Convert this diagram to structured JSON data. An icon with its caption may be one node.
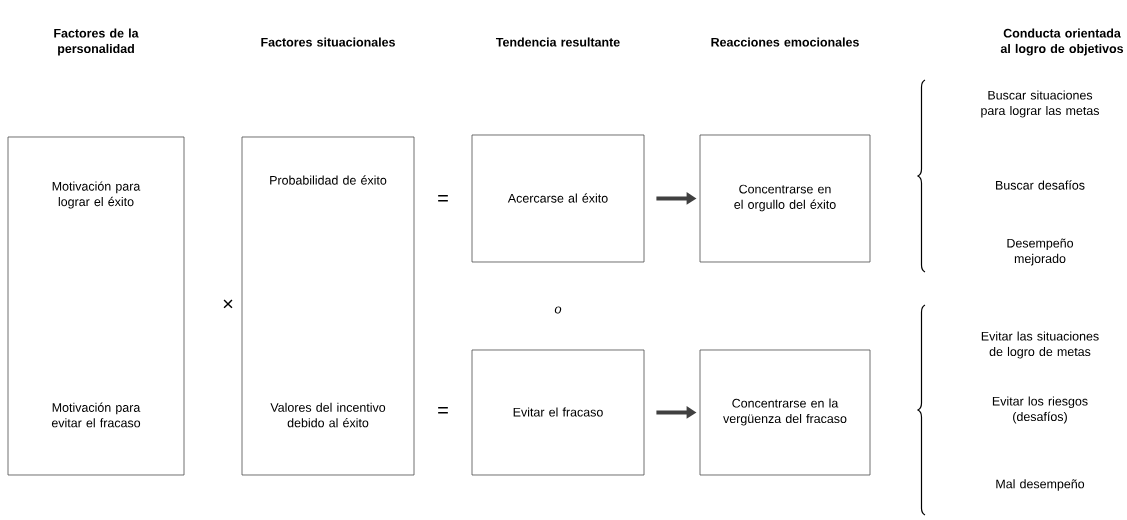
{
  "diagram": {
    "nodes": [
      {
        "text": [
          "Motivación para lograr el éxito",
          "Motivación para evitar el fracaso"
        ]
      },
      {
        "text": [
          "Probabilidad de éxito",
          "Valores del incentivo debido al éxito"
        ]
      },
      {
        "text": [
          "Acercarse al éxito"
        ]
      },
      {
        "text": [
          "Concentrarse en el orgullo del éxito"
        ]
      },
      {
        "text": [
          "Evitar el fracaso"
        ]
      },
      {
        "text": [
          "Concentrarse en la vergüenza del fracaso"
        ]
      }
    ],
    "edges": [
      {
        "from": 2,
        "to": 3,
        "arrow": "to"
      },
      {
        "from": 4,
        "to": 5,
        "arrow": "to"
      }
    ],
    "labels": [
      "Factores de la personalidad",
      "Factores situacionales",
      "Tendencia resultante",
      "Reacciones emocionales",
      "Conducta orientada al logro de objetivos",
      "Buscar situaciones para lograr las metas",
      "=",
      "Buscar desafíos",
      "Desempeño mejorado",
      "×",
      "o",
      "Evitar las situaciones de logro de metas",
      "=",
      "Evitar los riesgos (desafíos)",
      "Mal desempeño"
    ]
  }
}
